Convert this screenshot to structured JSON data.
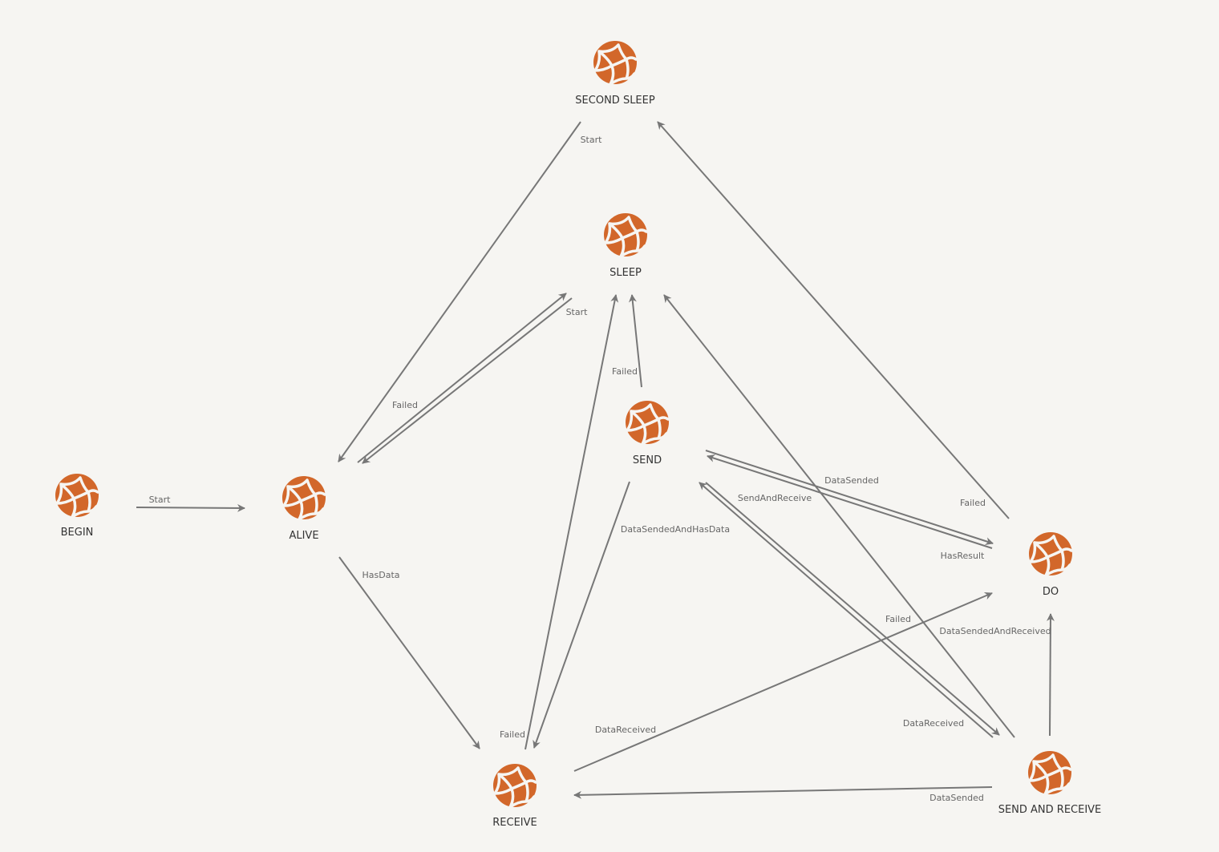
{
  "colors": {
    "node": "#d2672a",
    "edge": "#777777",
    "background": "#f6f5f2"
  },
  "nodes": [
    {
      "id": "second_sleep",
      "label": "SECOND SLEEP",
      "icon": "network-globe-icon"
    },
    {
      "id": "sleep",
      "label": "SLEEP",
      "icon": "network-globe-icon"
    },
    {
      "id": "send",
      "label": "SEND",
      "icon": "network-globe-icon"
    },
    {
      "id": "begin",
      "label": "BEGIN",
      "icon": "network-globe-icon"
    },
    {
      "id": "alive",
      "label": "ALIVE",
      "icon": "network-globe-icon"
    },
    {
      "id": "do",
      "label": "DO",
      "icon": "network-globe-icon"
    },
    {
      "id": "receive",
      "label": "RECEIVE",
      "icon": "network-globe-icon"
    },
    {
      "id": "send_and_receive",
      "label": "SEND AND RECEIVE",
      "icon": "network-globe-icon"
    }
  ],
  "edges": [
    {
      "from": "begin",
      "to": "alive",
      "label": "Start"
    },
    {
      "from": "second_sleep",
      "to": "alive",
      "label": "Start"
    },
    {
      "from": "alive",
      "to": "sleep",
      "label": "Start"
    },
    {
      "from": "sleep",
      "to": "alive",
      "label": "Failed"
    },
    {
      "from": "alive",
      "to": "receive",
      "label": "HasData"
    },
    {
      "from": "send",
      "to": "sleep",
      "label": "Failed"
    },
    {
      "from": "receive",
      "to": "sleep",
      "label": "Failed"
    },
    {
      "from": "send",
      "to": "receive",
      "label": "DataSendedAndHasData"
    },
    {
      "from": "send",
      "to": "do",
      "label": "DataSended"
    },
    {
      "from": "do",
      "to": "send",
      "label": "HasResult"
    },
    {
      "from": "send",
      "to": "send_and_receive",
      "label": "SendAndReceive"
    },
    {
      "from": "send_and_receive",
      "to": "send",
      "label": "DataReceived"
    },
    {
      "from": "send_and_receive",
      "to": "sleep",
      "label": "Failed"
    },
    {
      "from": "do",
      "to": "second_sleep",
      "label": "Failed"
    },
    {
      "from": "receive",
      "to": "do",
      "label": "DataReceived"
    },
    {
      "from": "send_and_receive",
      "to": "receive",
      "label": "DataSended"
    },
    {
      "from": "send_and_receive",
      "to": "do",
      "label": "DataSendedAndReceived"
    }
  ]
}
